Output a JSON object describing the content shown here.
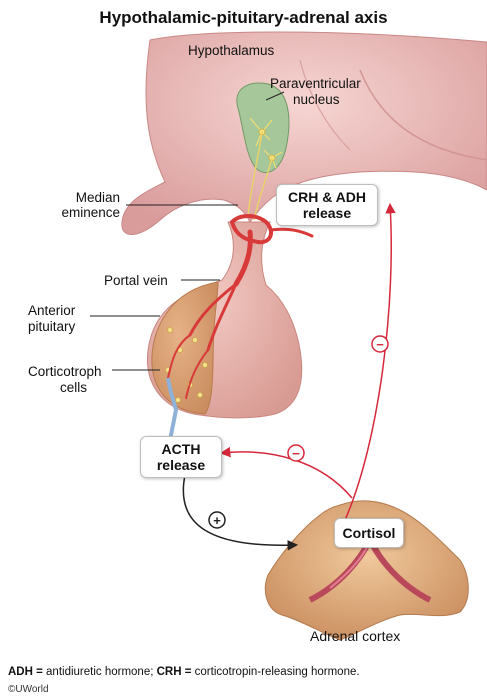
{
  "title": "Hypothalamic-pituitary-adrenal axis",
  "labels": {
    "hypothalamus": "Hypothalamus",
    "pvn_line1": "Paraventricular",
    "pvn_line2": "nucleus",
    "median_line1": "Median",
    "median_line2": "eminence",
    "portal_vein": "Portal vein",
    "anterior_line1": "Anterior",
    "anterior_line2": "pituitary",
    "cortico_line1": "Corticotroph",
    "cortico_line2": "cells",
    "adrenal_cortex": "Adrenal cortex"
  },
  "boxes": {
    "crh_line1": "CRH & ADH",
    "crh_line2": "release",
    "acth_line1": "ACTH",
    "acth_line2": "release",
    "cortisol": "Cortisol"
  },
  "signs": {
    "minus_crh": "−",
    "minus_acth": "−",
    "plus_acth": "+"
  },
  "footnote": {
    "adh_abbr": "ADH =",
    "adh_text": " antidiuretic hormone; ",
    "crh_abbr": "CRH =",
    "crh_text": " corticotropin-releasing hormone."
  },
  "copyright": "©UWorld",
  "colors": {
    "feedback_red": "#d6283b",
    "positive_black": "#222222",
    "hypothalamus_pink": "#e9b5b3",
    "nucleus_green": "#a6c79a",
    "vessel_red": "#d83a3a",
    "vein_blue": "#8fb1d8",
    "adrenal_tan": "#d9a978"
  }
}
